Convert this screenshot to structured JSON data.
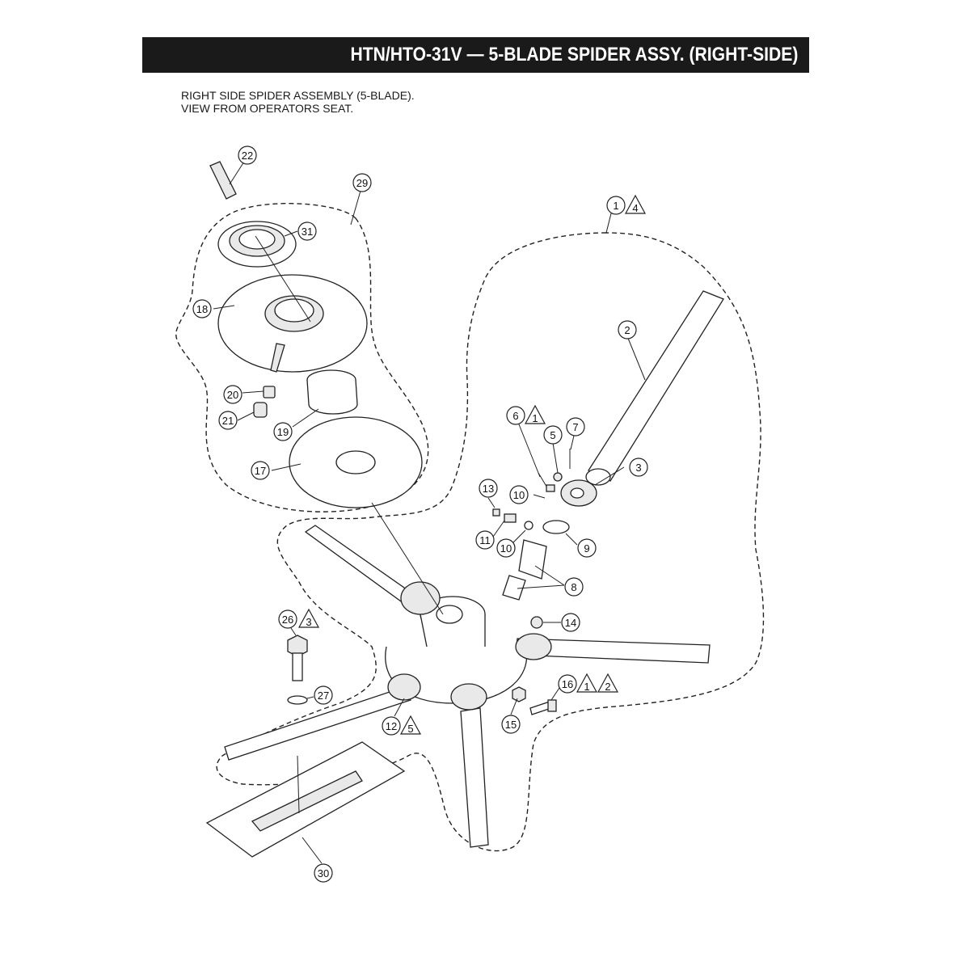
{
  "title": "HTN/HTO-31V — 5-BLADE SPIDER  ASSY. (RIGHT-SIDE)",
  "subtitle": {
    "line1": "RIGHT SIDE SPIDER ASSEMBLY (5-BLADE).",
    "line2": "VIEW FROM OPERATORS SEAT."
  },
  "callouts": {
    "c1": "1",
    "c1_note": "4",
    "c2": "2",
    "c3": "3",
    "c5": "5",
    "c6": "6",
    "c6_note": "1",
    "c7": "7",
    "c8": "8",
    "c9": "9",
    "c10a": "10",
    "c10b": "10",
    "c11": "11",
    "c12": "12",
    "c12_note": "5",
    "c13": "13",
    "c14": "14",
    "c15": "15",
    "c16": "16",
    "c16_note1": "1",
    "c16_note2": "2",
    "c17": "17",
    "c18": "18",
    "c19": "19",
    "c20": "20",
    "c21": "21",
    "c22": "22",
    "c26": "26",
    "c26_note": "3",
    "c27": "27",
    "c29": "29",
    "c30": "30",
    "c31": "31"
  }
}
